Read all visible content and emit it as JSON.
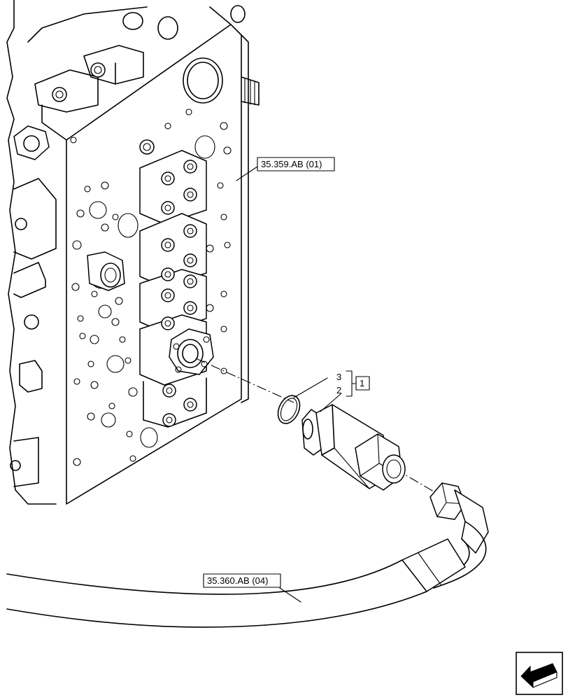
{
  "references": {
    "valve_block": "35.359.AB (01)",
    "hose": "35.360.AB (04)"
  },
  "callouts": {
    "item_3": "3",
    "item_2": "2",
    "kit": "1"
  },
  "nav": {
    "icon": "arrow-back-icon"
  }
}
